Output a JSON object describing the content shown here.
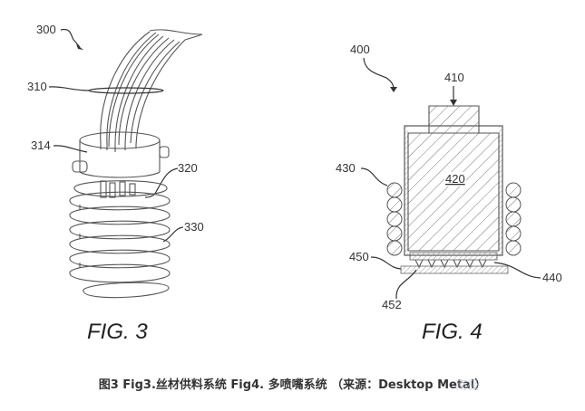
{
  "figures": [
    {
      "id": "fig3",
      "title": "FIG. 3",
      "subject": "filament feed system",
      "reference_numerals": [
        "300",
        "310",
        "314",
        "320",
        "330"
      ]
    },
    {
      "id": "fig4",
      "title": "FIG. 4",
      "subject": "multi-nozzle system",
      "reference_numerals": [
        "400",
        "410",
        "420",
        "430",
        "440",
        "450",
        "452"
      ]
    }
  ],
  "caption": "图3 Fig3.丝材供料系统 Fig4. 多喷嘴系统 （来源：Desktop Metal）",
  "watermark": "南极"
}
